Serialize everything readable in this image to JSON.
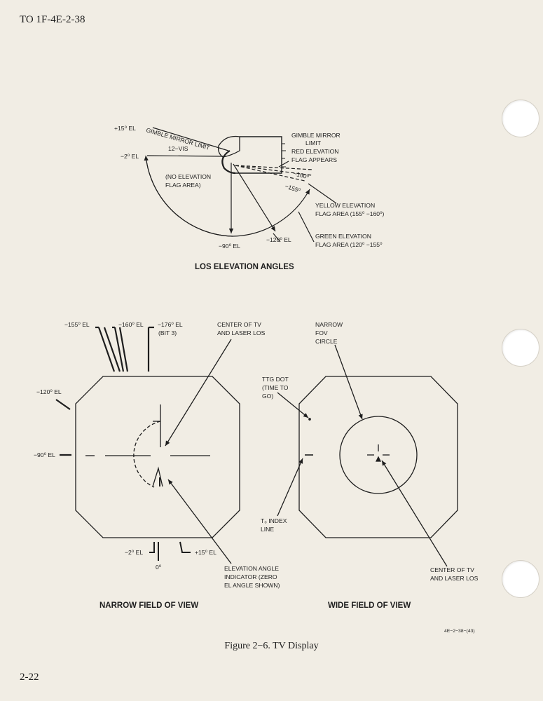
{
  "header": {
    "doc_number": "TO 1F-4E-2-38",
    "page_number": "2-22"
  },
  "top_diagram": {
    "title": "LOS ELEVATION ANGLES",
    "labels": {
      "plus15_el": "+15⁰ EL",
      "gimble_mirror_limit_left": "GIMBLE MIRROR LIMIT",
      "minus2_el": "−2⁰ EL",
      "twelve_vis": "12−VIS",
      "no_elevation": "(NO ELEVATION",
      "flag_area": "FLAG AREA)",
      "gimble_mirror": "GIMBLE MIRROR",
      "limit": "LIMIT",
      "red_elevation": "RED ELEVATION",
      "flag_appears": "FLAG APPEARS",
      "minus160": "−160⁰",
      "minus155": "−155⁰",
      "yellow_elevation": "YELLOW ELEVATION",
      "yellow_flag_area": "FLAG AREA (155⁰ −160⁰)",
      "green_elevation": "GREEN ELEVATION",
      "green_flag_area": "FLAG AREA (120⁰ −155⁰",
      "minus90_el": "−90⁰ EL",
      "minus120_el": "−120⁰ EL"
    }
  },
  "narrow_fov": {
    "title": "NARROW FIELD OF VIEW",
    "labels": {
      "minus155_el": "−155⁰ EL",
      "minus160_el": "−160⁰ EL",
      "minus176_el": "−176⁰ EL",
      "bit3": "(BIT 3)",
      "center_tv_1": "CENTER OF TV",
      "center_tv_2": "AND LASER LOS",
      "minus120_el": "−120⁰ EL",
      "minus90_el": "−90⁰ EL",
      "minus2_el": "−2⁰ EL",
      "zero": "0⁰",
      "plus15_el": "+15⁰ EL",
      "elev_1": "ELEVATION ANGLE",
      "elev_2": "INDICATOR (ZERO",
      "elev_3": "EL ANGLE SHOWN)"
    }
  },
  "wide_fov": {
    "title": "WIDE FIELD OF VIEW",
    "labels": {
      "narrow_1": "NARROW",
      "narrow_2": "FOV",
      "narrow_3": "CIRCLE",
      "ttg_1": "TTG DOT",
      "ttg_2": "(TIME TO",
      "ttg_3": "GO)",
      "t0_1": "T₀ INDEX",
      "t0_2": "LINE",
      "center_1": "CENTER OF TV",
      "center_2": "AND LASER LOS"
    }
  },
  "figure_code": "4E−2−38−(43)",
  "caption": "Figure 2−6. TV Display"
}
